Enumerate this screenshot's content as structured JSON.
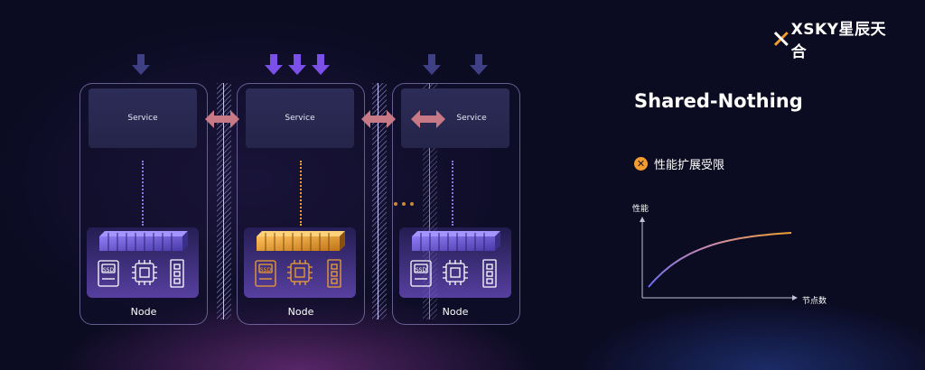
{
  "brand": {
    "name": "XSKY星辰天合"
  },
  "diagram": {
    "nodes": [
      {
        "service_label": "Service",
        "node_label": "Node",
        "accent": "#8b6cf0"
      },
      {
        "service_label": "Service",
        "node_label": "Node",
        "accent": "#f0a030"
      },
      {
        "service_label": "Service",
        "node_label": "Node",
        "accent": "#8b6cf0"
      }
    ],
    "ssd_label": "SSD"
  },
  "panel": {
    "title": "Shared-Nothing",
    "limitation": "性能扩展受限",
    "chart_data": {
      "type": "line",
      "ylabel": "性能",
      "xlabel": "节点数",
      "series": [
        {
          "values": "concave increasing curve that levels off"
        }
      ],
      "grid": false
    }
  },
  "colors": {
    "purple": "#8b6cf0",
    "orange": "#f0a030",
    "arrow_pink": "#c77a86",
    "background": "#0b0b22"
  }
}
